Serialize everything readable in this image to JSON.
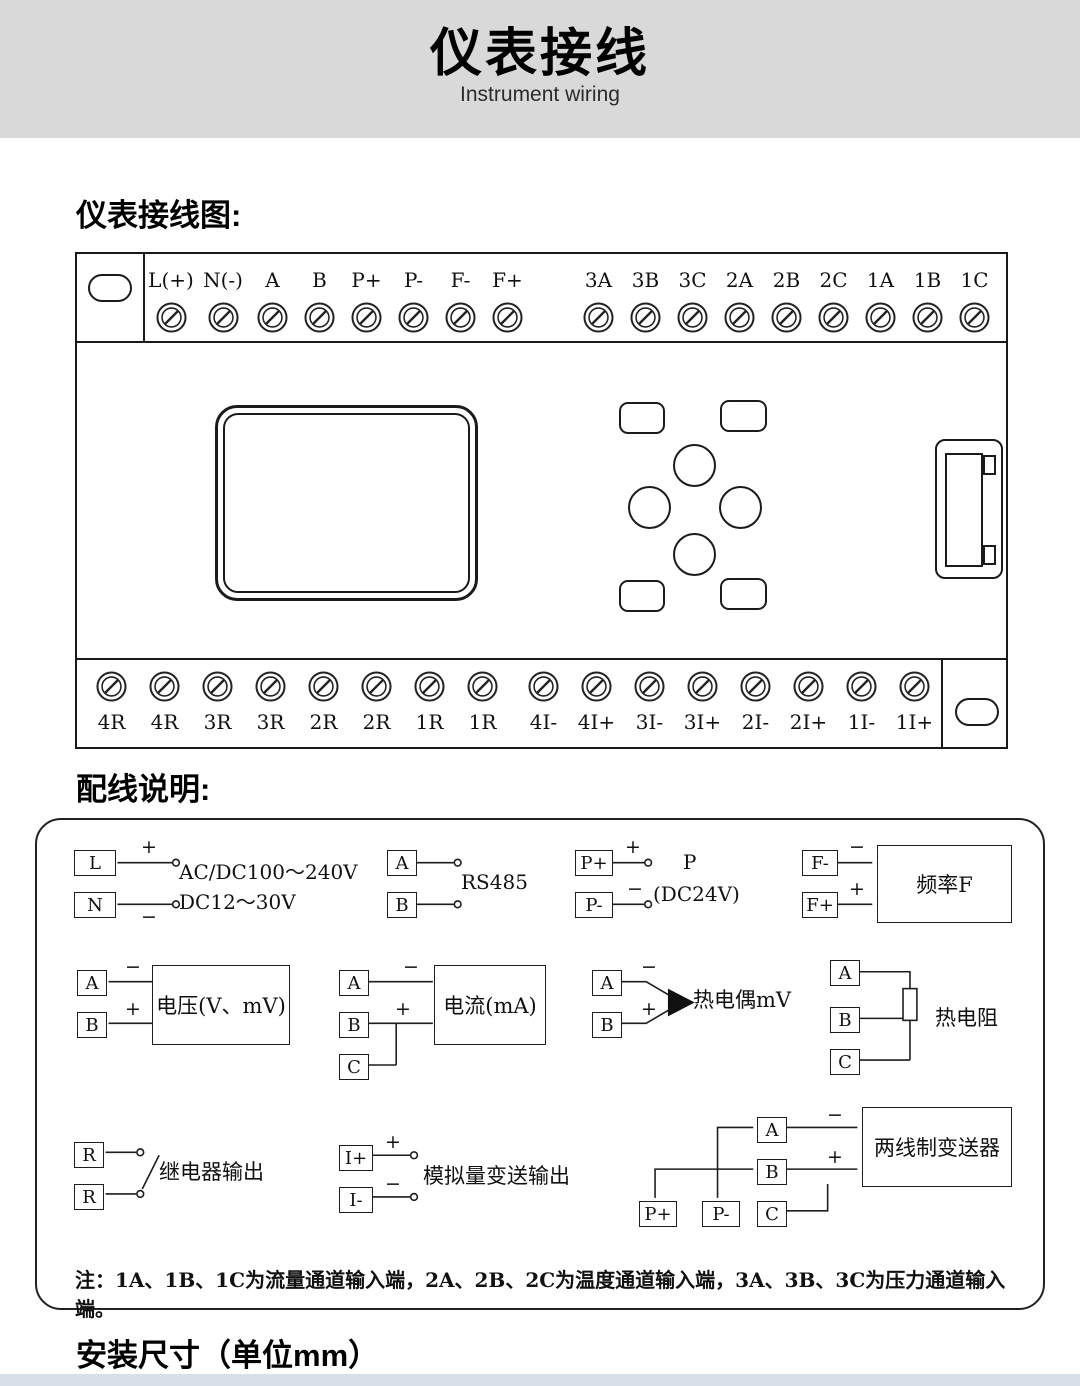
{
  "banner": {
    "title": "仪表接线",
    "subtitle": "Instrument wiring"
  },
  "headings": {
    "diagram": "仪表接线图:",
    "wiring": "配线说明:",
    "install": "安装尺寸（单位mm）"
  },
  "signs": {
    "plus": "+",
    "minus": "−"
  },
  "top_terminals": [
    "L(+)",
    "N(-)",
    "A",
    "B",
    "P+",
    "P-",
    "F-",
    "F+",
    "3A",
    "3B",
    "3C",
    "2A",
    "2B",
    "2C",
    "1A",
    "1B",
    "1C"
  ],
  "bottom_terminals": [
    "4R",
    "4R",
    "3R",
    "3R",
    "2R",
    "2R",
    "1R",
    "1R",
    "4I-",
    "4I+",
    "3I-",
    "3I+",
    "2I-",
    "2I+",
    "1I-",
    "1I+"
  ],
  "wiring": {
    "power": {
      "t1": "L",
      "t2": "N",
      "line1": "AC/DC100～240V",
      "line2": "DC12～30V"
    },
    "rs485": {
      "t1": "A",
      "t2": "B",
      "label": "RS485"
    },
    "p24": {
      "t1": "P+",
      "t2": "P-",
      "line1": "P",
      "line2": "(DC24V)"
    },
    "freq": {
      "t1": "F-",
      "t2": "F+",
      "label": "频率F"
    },
    "voltage": {
      "t1": "A",
      "t2": "B",
      "label": "电压(V、mV)"
    },
    "current": {
      "t1": "A",
      "t2": "B",
      "t3": "C",
      "label": "电流(mA)"
    },
    "thermocouple": {
      "t1": "A",
      "t2": "B",
      "label": "热电偶mV"
    },
    "rtd": {
      "t1": "A",
      "t2": "B",
      "t3": "C",
      "label": "热电阻"
    },
    "relay": {
      "t1": "R",
      "t2": "R",
      "label": "继电器输出"
    },
    "analog_out": {
      "t1": "I+",
      "t2": "I-",
      "label": "模拟量变送输出"
    },
    "transmitter": {
      "t1": "A",
      "t2": "B",
      "t3": "C",
      "p1": "P+",
      "p2": "P-",
      "label": "两线制变送器"
    }
  },
  "note": "注：1A、1B、1C为流量通道输入端，2A、2B、2C为温度通道输入端，3A、3B、3C为压力通道输入端。"
}
